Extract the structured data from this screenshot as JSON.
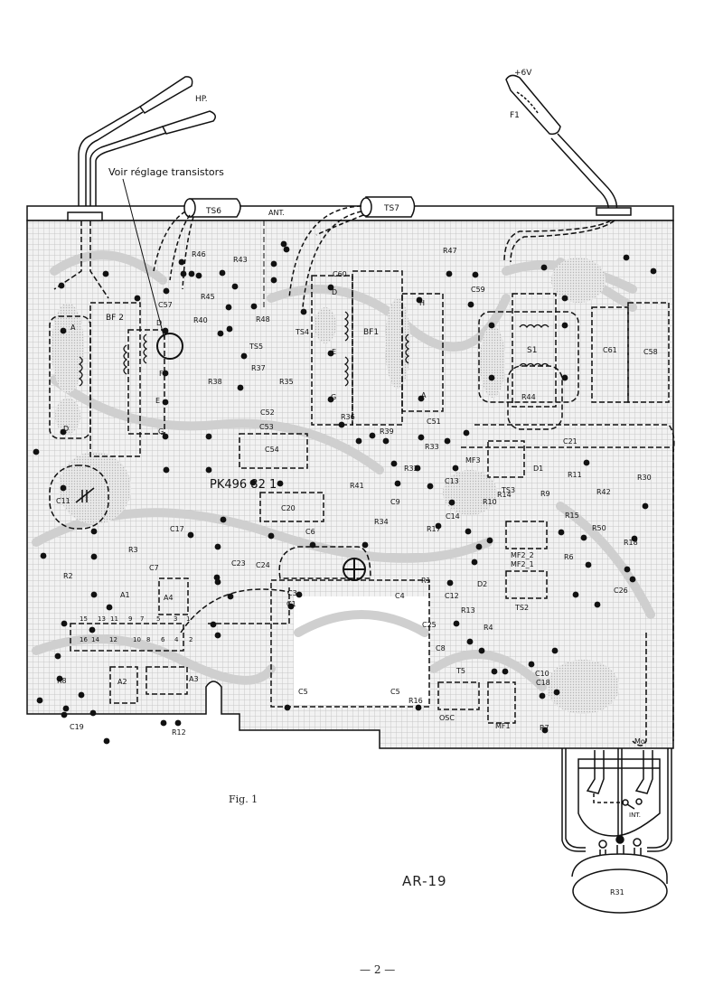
{
  "document": {
    "figure_caption": "Fig. 1",
    "model": "AR-19",
    "page_number": "— 2 —",
    "note": "Voir réglage transistors",
    "board_marking": "PK496 82 1"
  },
  "connectors": {
    "speaker": "HP.",
    "antenna": "ANT.",
    "power": "+6V",
    "fuse": "F1",
    "switch": "INT.",
    "volume_pot": "R31",
    "motor": "Mo"
  },
  "transistors": [
    "TS6",
    "TS7",
    "TS5",
    "TS4",
    "TS3",
    "TS2",
    "T5"
  ],
  "coils": [
    "BF 2",
    "BF1",
    "S1",
    "MF3",
    "MF2_2",
    "MF2_1",
    "MF1",
    "OSC"
  ],
  "coil_pins": [
    "A",
    "D",
    "D",
    "E",
    "F",
    "G",
    "D",
    "E",
    "G",
    "H",
    "A"
  ],
  "capacitors": [
    "C57",
    "C60",
    "C59",
    "C61",
    "C58",
    "C52",
    "C53",
    "C54",
    "C51",
    "C11",
    "C17",
    "C7",
    "C23",
    "C24",
    "C20",
    "C6",
    "C3",
    "C1",
    "C4",
    "C5",
    "C5",
    "C9",
    "C13",
    "C14",
    "C12",
    "C25",
    "C8",
    "C19",
    "C21",
    "C10",
    "C26",
    "C18"
  ],
  "resistors": [
    "R46",
    "R43",
    "R45",
    "R40",
    "R48",
    "R38",
    "R37",
    "R35",
    "R47",
    "R44",
    "R36",
    "R39",
    "R33",
    "R32",
    "R41",
    "R34",
    "R17",
    "R3",
    "R2",
    "R8",
    "R12",
    "R16",
    "R1",
    "R13",
    "R4",
    "R10",
    "R14",
    "R9",
    "R15",
    "R11",
    "R42",
    "R30",
    "R50",
    "R18",
    "R6",
    "R7"
  ],
  "diodes": [
    "D1",
    "D2"
  ],
  "modules": [
    "A1",
    "A2",
    "A3",
    "A4"
  ],
  "module_pins": [
    "15",
    "13",
    "11",
    "9",
    "7",
    "5",
    "3",
    "1",
    "16",
    "14",
    "12",
    "10",
    "8",
    "6",
    "4",
    "2"
  ]
}
